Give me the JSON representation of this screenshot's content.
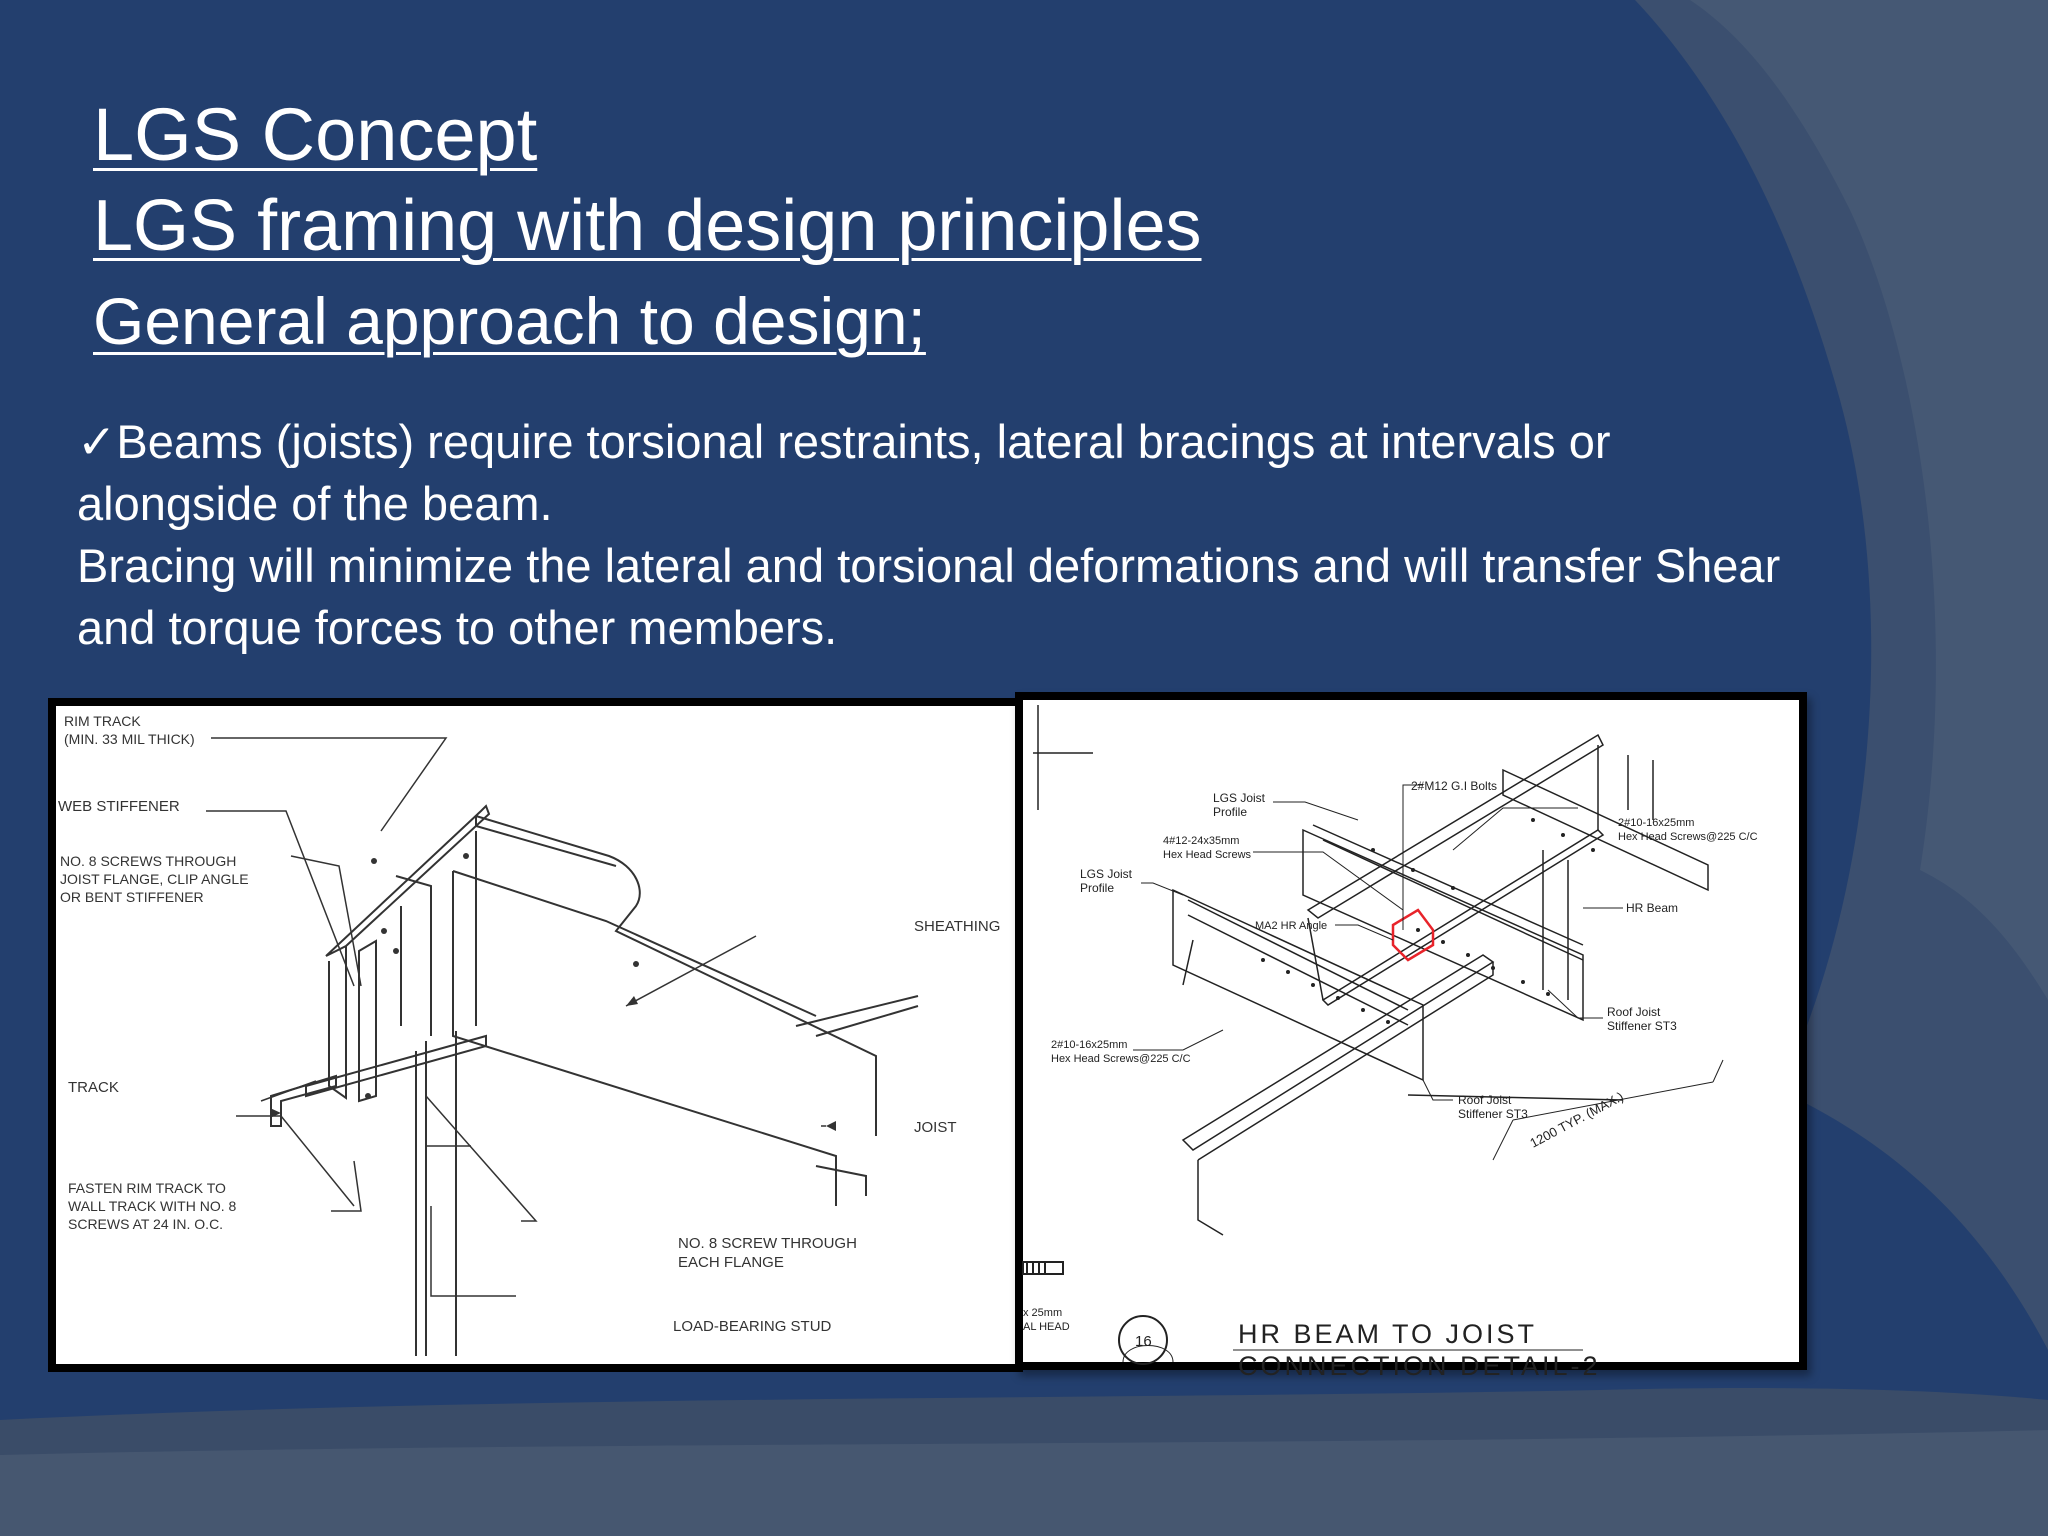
{
  "slide": {
    "title_line1": "LGS Concept",
    "title_line2": "LGS framing with design principles",
    "title_line3": "General approach to design;",
    "check_glyph": "✓",
    "body_line1": "Beams (joists)  require torsional restraints, lateral bracings at intervals or alongside of the beam.",
    "body_line2": "Bracing will minimize the lateral and torsional deformations and  will transfer Shear and torque forces to other members.",
    "colors": {
      "background": "#233f6e",
      "text": "#ffffff",
      "accent": "#e8232a"
    }
  },
  "figure_left": {
    "label_rim_track": "RIM TRACK",
    "label_rim_track_note": "(MIN. 33 MIL THICK)",
    "label_web_stiffener": "WEB STIFFENER",
    "label_screws_1": "NO. 8 SCREWS THROUGH",
    "label_screws_2": "JOIST FLANGE, CLIP ANGLE",
    "label_screws_3": "OR BENT STIFFENER",
    "label_sheathing": "SHEATHING",
    "label_track": "TRACK",
    "label_joist": "JOIST",
    "label_fasten_1": "FASTEN RIM TRACK TO",
    "label_fasten_2": "WALL TRACK WITH NO. 8",
    "label_fasten_3": "SCREWS AT 24 IN. O.C.",
    "label_screw_flange_1": "NO. 8 SCREW THROUGH",
    "label_screw_flange_2": "EACH FLANGE",
    "label_stud": "LOAD-BEARING STUD"
  },
  "figure_right": {
    "label_bolts": "2#M12 G.I Bolts",
    "label_lgs_joist_profile_1a": "LGS Joist",
    "label_lgs_joist_profile_1b": "Profile",
    "label_hex_screws_1a": "4#12-24x35mm",
    "label_hex_screws_1b": "Hex Head Screws",
    "label_lgs_joist_profile_2a": "LGS Joist",
    "label_lgs_joist_profile_2b": "Profile",
    "label_hr_angle": "MA2 HR Angle",
    "label_screws_225_a": "2#10-16x25mm",
    "label_screws_225_b": "Hex Head Screws@225 C/C",
    "label_hr_beam": "HR Beam",
    "label_stiffener_1a": "Roof Joist",
    "label_stiffener_1b": "Stiffener ST3",
    "label_screws_left_a": "2#10-16x25mm",
    "label_screws_left_b": "Hex Head Screws@225 C/C",
    "label_stiffener_2a": "Roof Joist",
    "label_stiffener_2b": "Stiffener ST3",
    "label_dimension": "1200 TYP. (MAX.)",
    "label_cut_a": "x 25mm",
    "label_cut_b": "AL HEAD",
    "detail_number": "16",
    "detail_title": "HR BEAM TO JOIST",
    "detail_title_2": "CONNECTION DETAIL-2"
  }
}
